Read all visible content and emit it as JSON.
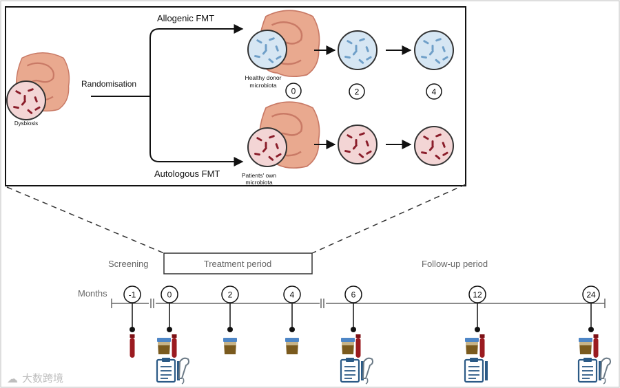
{
  "inset": {
    "dysbiosis_label": "Dysbiosis",
    "randomisation_label": "Randomisation",
    "allogenic_label": "Allogenic FMT",
    "autologous_label": "Autologous FMT",
    "healthy_donor_label": [
      "Healthy donor",
      "microbiota"
    ],
    "patients_own_label": [
      "Patients' own",
      "microbiota"
    ],
    "timepoints": [
      "0",
      "2",
      "4"
    ]
  },
  "timeline": {
    "periods": {
      "screening": "Screening",
      "treatment": "Treatment period",
      "followup": "Follow-up period"
    },
    "months_label": "Months",
    "ticks": [
      "-1",
      "0",
      "2",
      "4",
      "6",
      "12",
      "24"
    ],
    "samples": [
      {
        "month": "-1",
        "stool": false,
        "blood": true,
        "clipboard": false,
        "ultrasound": false
      },
      {
        "month": "0",
        "stool": true,
        "blood": true,
        "clipboard": true,
        "ultrasound": true
      },
      {
        "month": "2",
        "stool": true,
        "blood": false,
        "clipboard": false,
        "ultrasound": false
      },
      {
        "month": "4",
        "stool": true,
        "blood": false,
        "clipboard": false,
        "ultrasound": false
      },
      {
        "month": "6",
        "stool": true,
        "blood": true,
        "clipboard": true,
        "ultrasound": true
      },
      {
        "month": "12",
        "stool": true,
        "blood": true,
        "clipboard": true,
        "ultrasound": false
      },
      {
        "month": "24",
        "stool": true,
        "blood": true,
        "clipboard": true,
        "ultrasound": true
      }
    ]
  },
  "watermark": "大数跨境",
  "colors": {
    "gut": "#e9a98f",
    "gut_dark": "#c97a66",
    "healthy_fill": "#d6e6f3",
    "healthy_bug": "#6f9fc8",
    "dysbiosis_fill": "#f3d5d5",
    "dysbiosis_bug": "#8b1e2b",
    "stool": "#7a5a1e",
    "cap": "#4e86c6",
    "blood": "#9b1b20"
  }
}
